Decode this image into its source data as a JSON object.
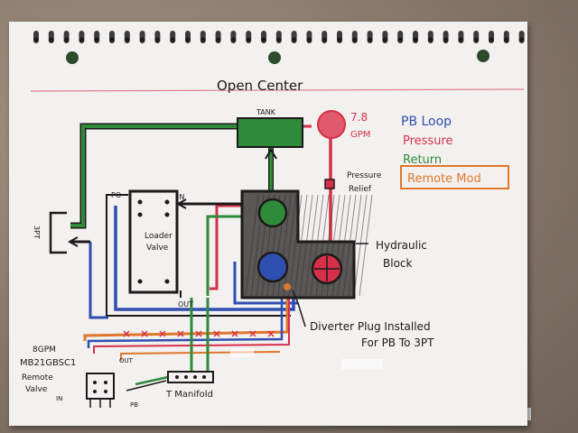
{
  "diagram": {
    "title": "Open Center",
    "legend": {
      "pb_loop": "PB Loop",
      "pressure": "Pressure",
      "return": "Return",
      "remote_mod": "Remote Mod"
    },
    "labels": {
      "tank": "TANK",
      "flow": "7.8",
      "flow_unit": "GPM",
      "pressure_relief_1": "Pressure",
      "pressure_relief_2": "Relief",
      "loader_valve_1": "Loader",
      "loader_valve_2": "Valve",
      "po": "PO",
      "in_loader": "IN",
      "out_loader": "OUT",
      "three_pt": "3PT",
      "hydraulic_block_1": "Hydraulic",
      "hydraulic_block_2": "Block",
      "diverter_1": "Diverter Plug Installed",
      "diverter_2": "For PB To 3PT",
      "remote_gpm": "8GPM",
      "remote_model": "MB21GBSC1",
      "remote_valve_1": "Remote",
      "remote_valve_2": "Valve",
      "remote_in": "IN",
      "remote_out": "OUT",
      "remote_pb": "PB",
      "t_manifold": "T Manifold"
    },
    "colors": {
      "pb_loop": "#2f4fb0",
      "pressure": "#d62f4a",
      "return": "#2f8a3a",
      "remote_mod": "#e0762c",
      "ink": "#1c1a1a",
      "header_line": "#e07f8f"
    }
  }
}
